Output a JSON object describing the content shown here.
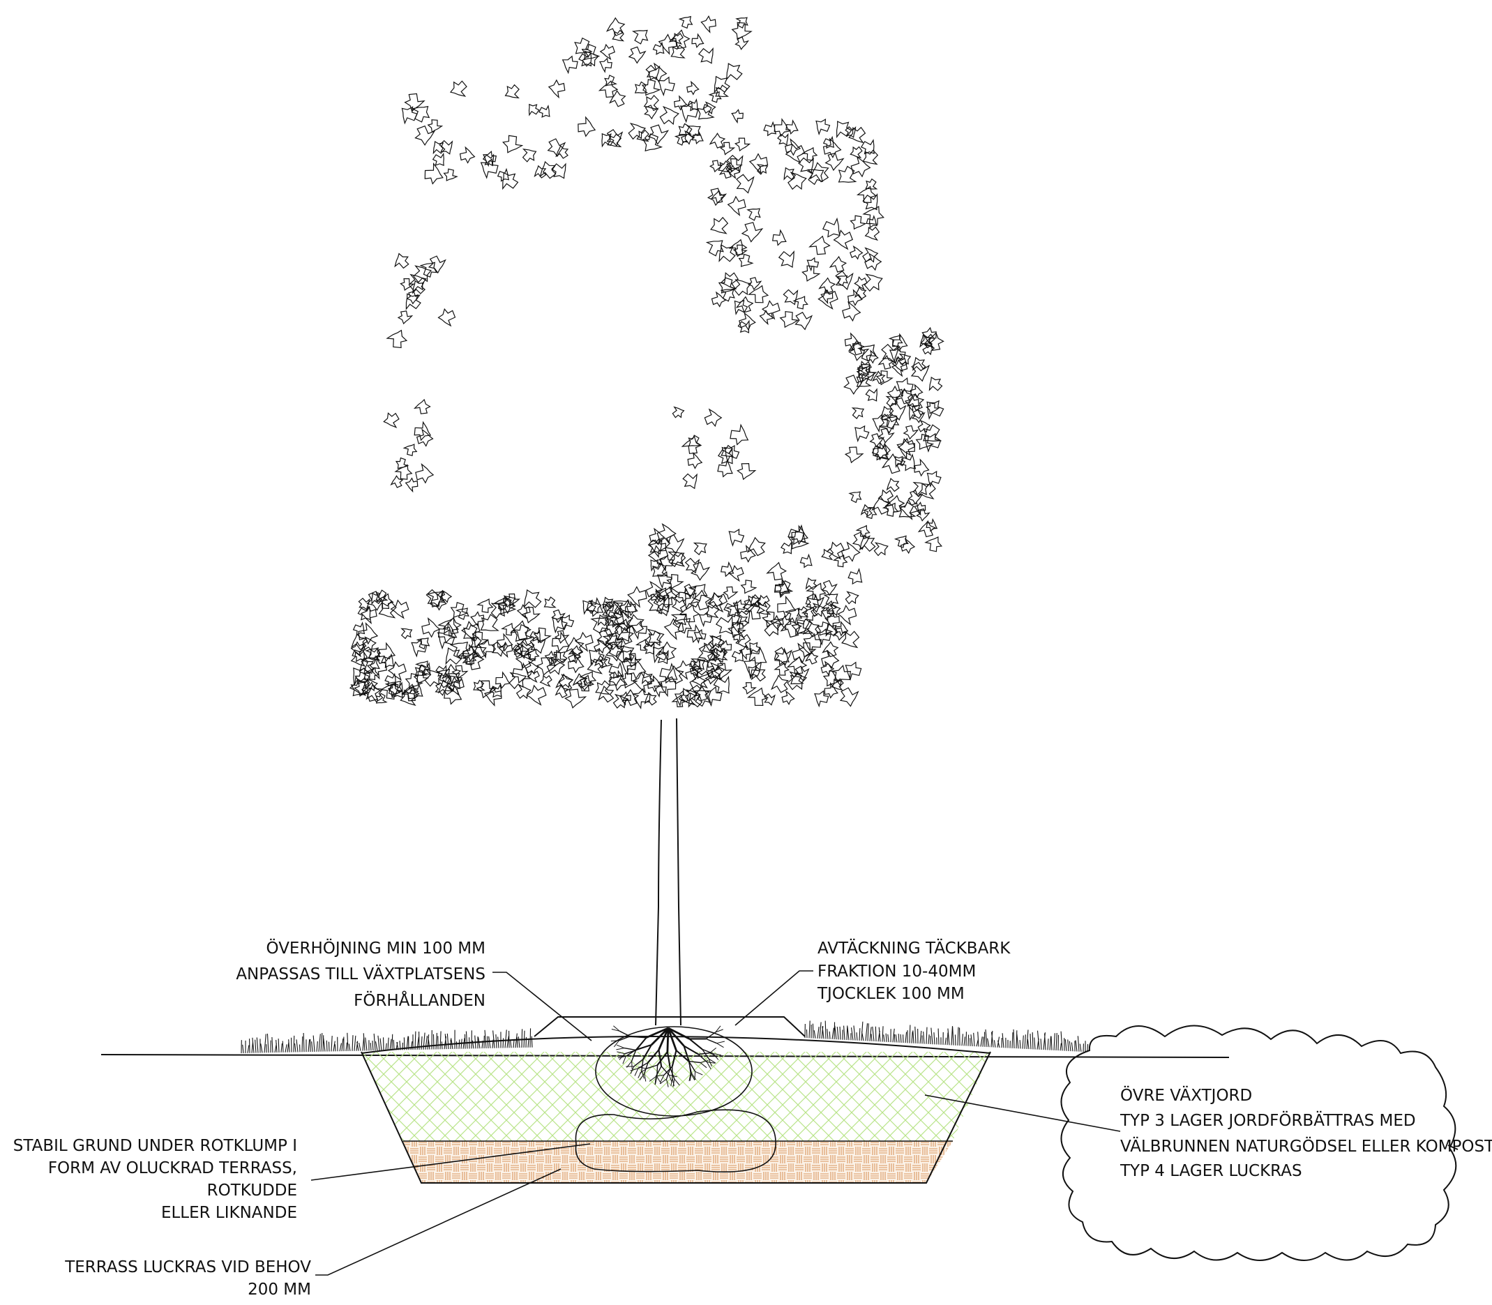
{
  "labels": {
    "raised": [
      "ÖVERHÖJNING MIN 100 MM",
      "ANPASSAS TILL VÄXTPLATSENS",
      "FÖRHÅLLANDEN"
    ],
    "mulch": [
      "AVTÄCKNING TÄCKBARK",
      "FRAKTION 10-40MM",
      "TJOCKLEK 100 MM"
    ],
    "topsoil": [
      "ÖVRE VÄXTJORD",
      "TYP 3 LAGER JORDFÖRBÄTTRAS MED",
      "VÄLBRUNNEN NATURGÖDSEL ELLER KOMPOST",
      "TYP 4 LAGER LUCKRAS"
    ],
    "base": [
      "STABIL GRUND UNDER ROTKLUMP I",
      "FORM AV OLUCKRAD TERRASS,",
      "ROTKUDDE",
      "ELLER LIKNANDE"
    ],
    "terrace": [
      "TERRASS LUCKRAS  VID BEHOV",
      "200 MM"
    ]
  },
  "colors": {
    "topsoil_hatch": "#b9e48a",
    "terrace_hatch": "#d9955c",
    "line": "#111111"
  },
  "icons": {
    "canopy": "tree-canopy-leaves",
    "grass": "grass-tufts",
    "roots": "root-ball"
  }
}
